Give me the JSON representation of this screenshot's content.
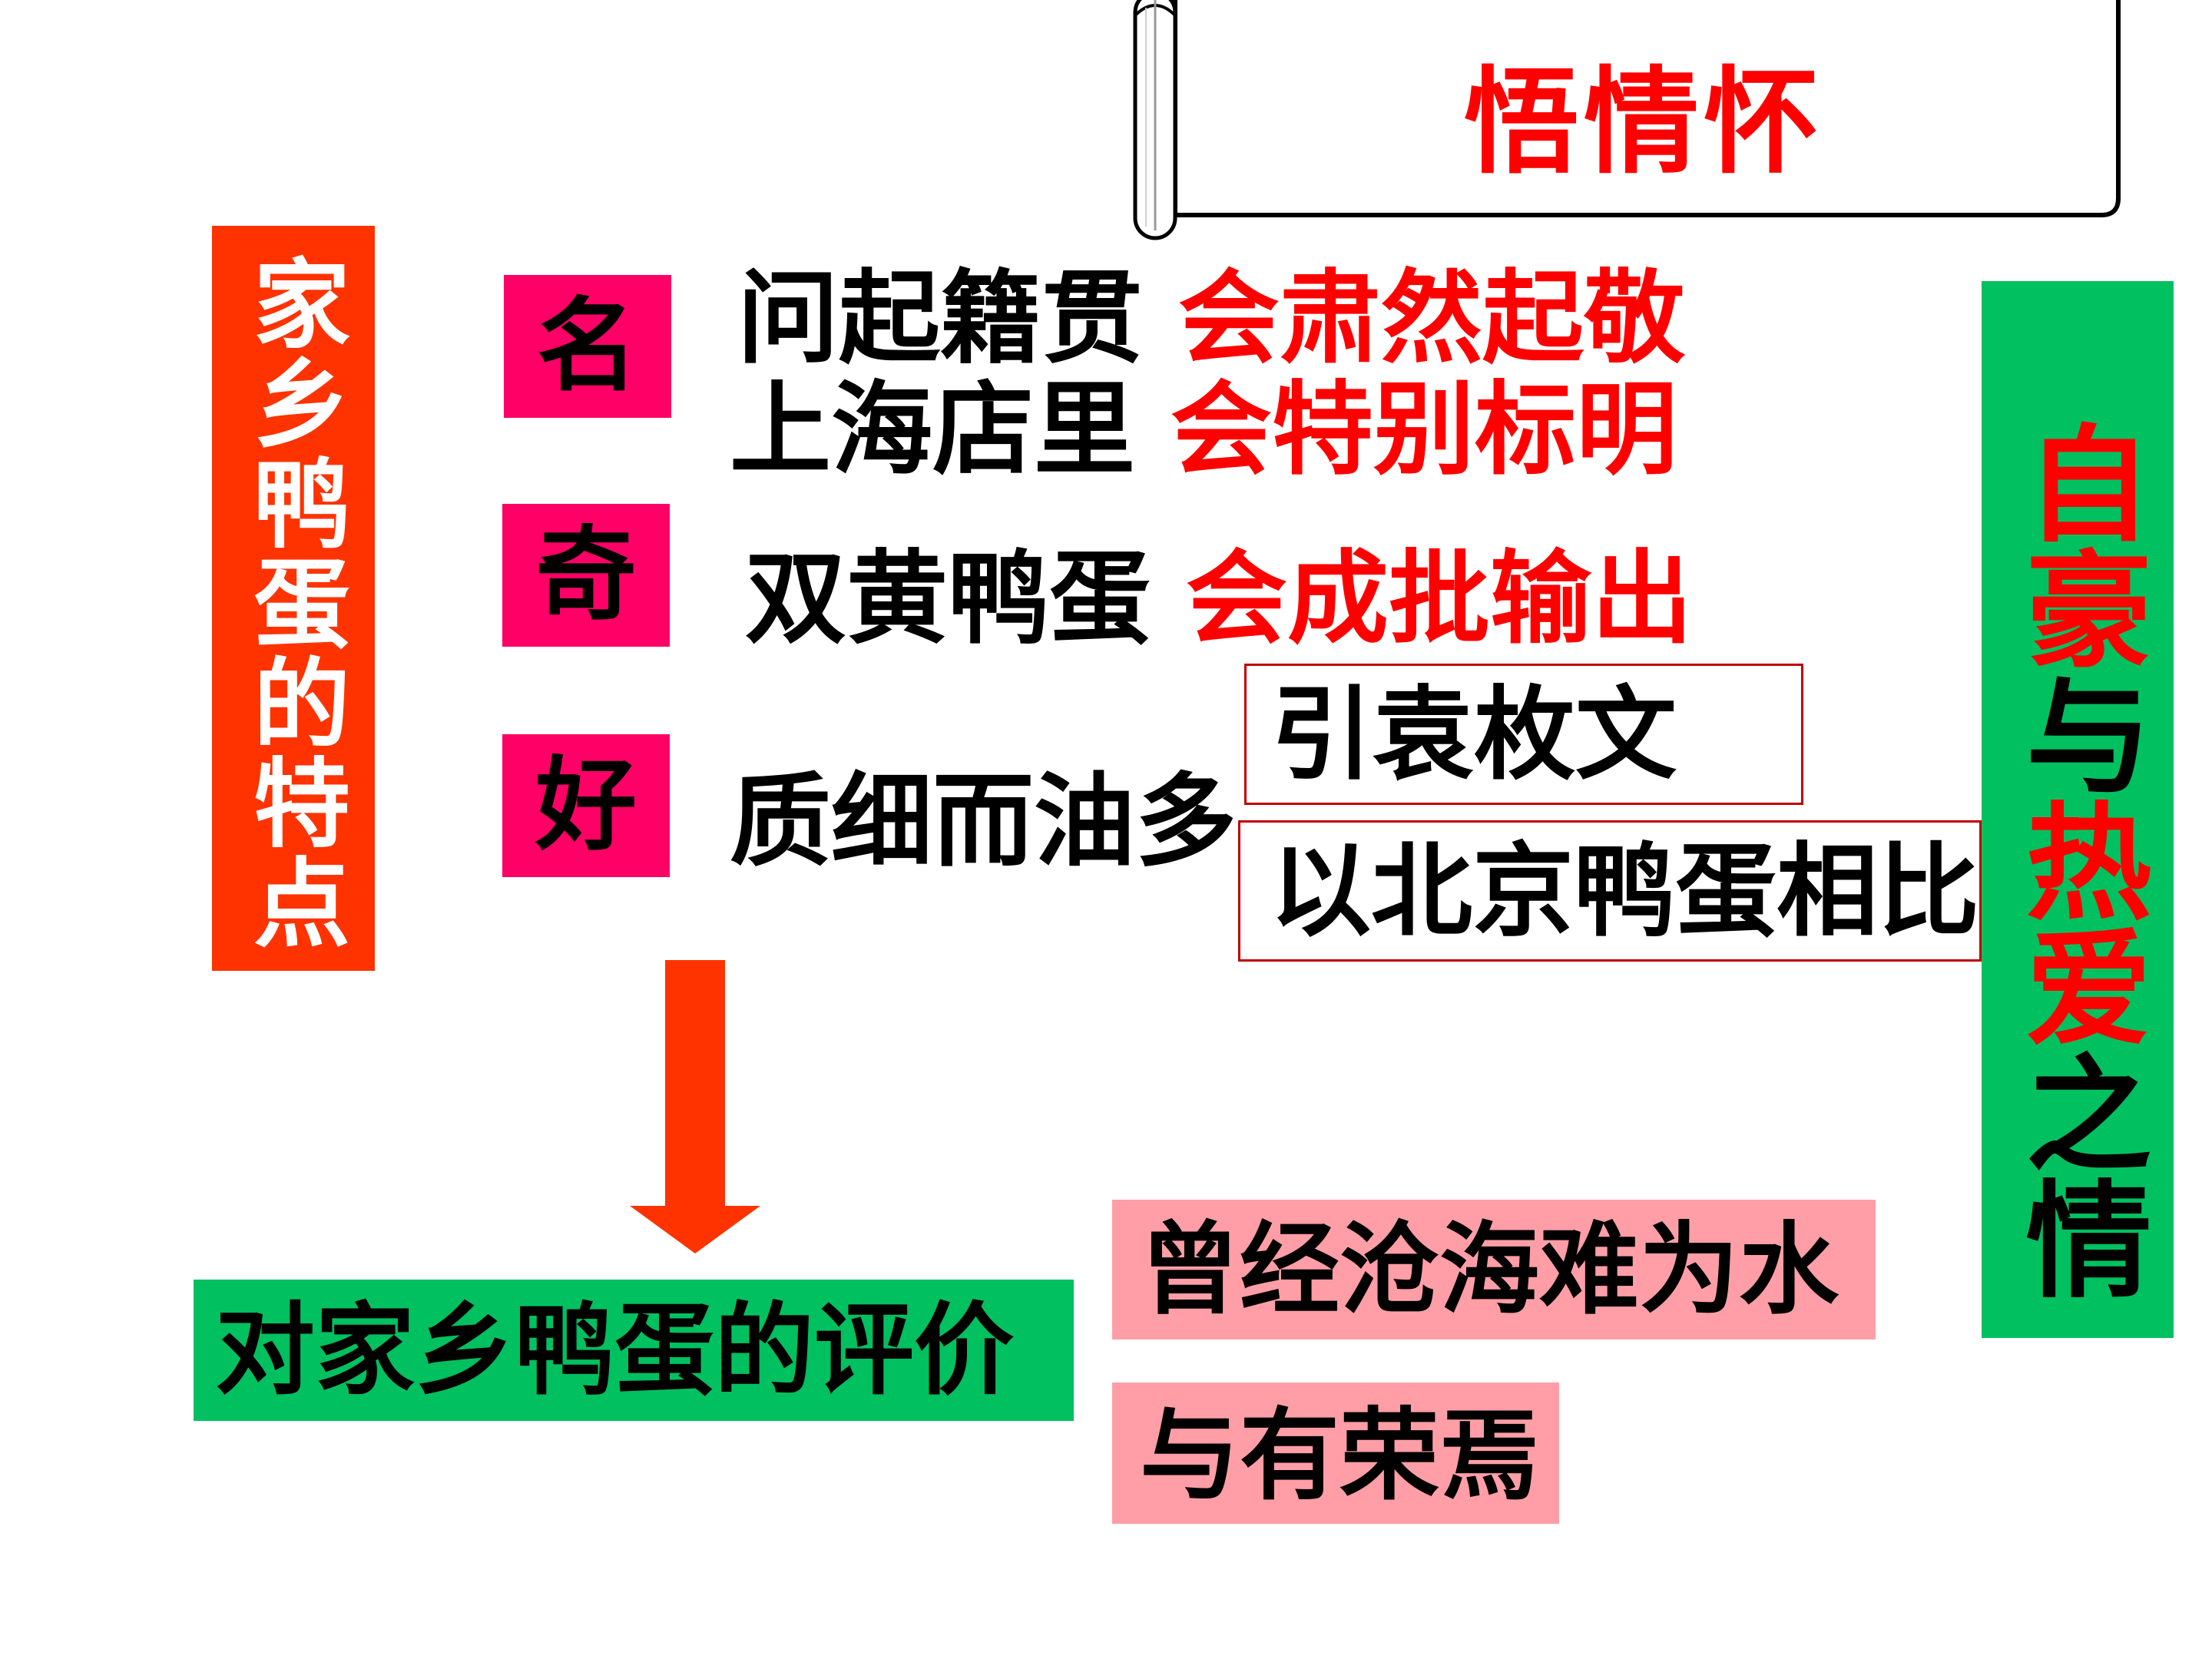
{
  "banner": {
    "title": "悟情怀"
  },
  "left_bar": {
    "text": "家乡鸭蛋的特点"
  },
  "tags": {
    "ming": "名",
    "qi": "奇",
    "hao": "好"
  },
  "rows": {
    "row1": {
      "black": "问起籍贯",
      "red": "会肃然起敬"
    },
    "row2": {
      "black": "上海店里",
      "red": "会特别标明"
    },
    "row3": {
      "black": "双黄鸭蛋",
      "red": "会成批输出"
    },
    "row4": {
      "black": "质细而油多"
    }
  },
  "boxes": {
    "quote": "引袁枚文",
    "compare": "以北京鸭蛋相比"
  },
  "evaluation": {
    "label": "对家乡鸭蛋的评价"
  },
  "phrases": {
    "p1": "曾经沧海难为水",
    "p2": "与有荣焉"
  },
  "right_bar": {
    "part1": "自豪",
    "part2": "与",
    "part3": "热爱",
    "part4": "之情"
  },
  "colors": {
    "red_text": "#ff0000",
    "left_bar": "#ff3300",
    "tag": "#ff0066",
    "green": "#00c060",
    "pink": "#ff9ea6",
    "arrow": "#ff3300"
  }
}
